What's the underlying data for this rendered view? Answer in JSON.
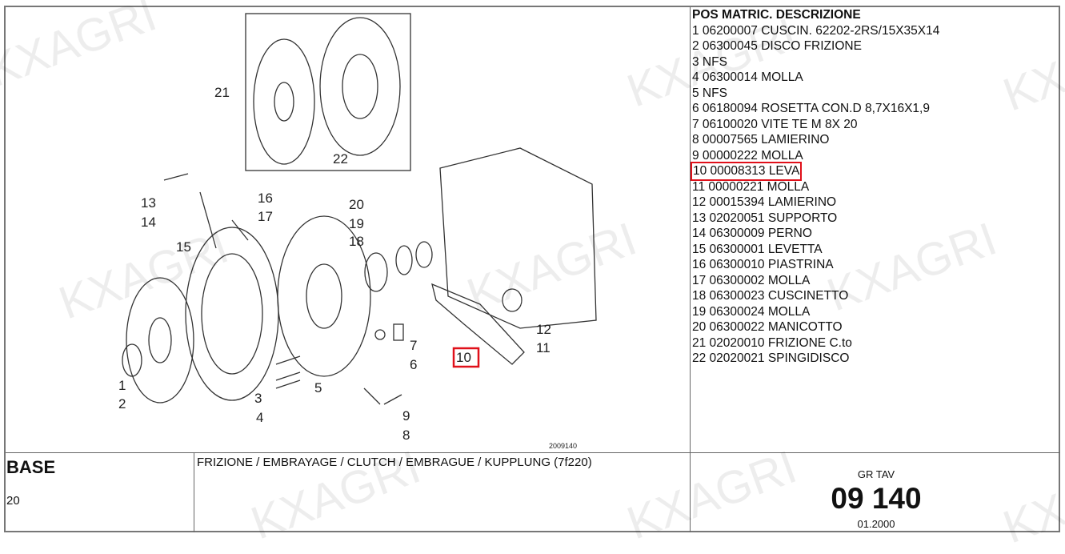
{
  "watermark": "KXAGRI",
  "diagram": {
    "drawing_code": "2009140",
    "callouts": [
      "1",
      "2",
      "3",
      "4",
      "5",
      "6",
      "7",
      "8",
      "9",
      "10",
      "11",
      "12",
      "13",
      "14",
      "15",
      "16",
      "17",
      "18",
      "19",
      "20",
      "21",
      "22"
    ],
    "highlighted": "10",
    "highlight_color": "#e0101a"
  },
  "parts": {
    "header": "POS MATRIC. DESCRIZIONE",
    "rows": [
      "1 06200007 CUSCIN. 62202-2RS/15X35X14",
      "2 06300045 DISCO FRIZIONE",
      "3 NFS",
      "4 06300014 MOLLA",
      "5 NFS",
      "6 06180094 ROSETTA CON.D 8,7X16X1,9",
      "7 06100020 VITE TE M 8X 20",
      "8 00007565 LAMIERINO",
      "9 00000222 MOLLA",
      "10 00008313 LEVA",
      "11 00000221 MOLLA",
      "12 00015394 LAMIERINO",
      "13 02020051 SUPPORTO",
      "14 06300009 PERNO",
      "15 06300001 LEVETTA",
      "16 06300010 PIASTRINA",
      "17 06300002 MOLLA",
      "18 06300023 CUSCINETTO",
      "19 06300024 MOLLA",
      "20 06300022 MANICOTTO",
      "21 02020010 FRIZIONE C.to",
      "22 02020021 SPINGIDISCO"
    ]
  },
  "footer": {
    "model": "BASE",
    "model_num": "20",
    "group_title": "FRIZIONE / EMBRAYAGE / CLUTCH / EMBRAGUE / KUPPLUNG (7f220)",
    "gr_tav_label": "GR TAV",
    "gr_tav_value": "09 140",
    "date": "01.2000"
  }
}
